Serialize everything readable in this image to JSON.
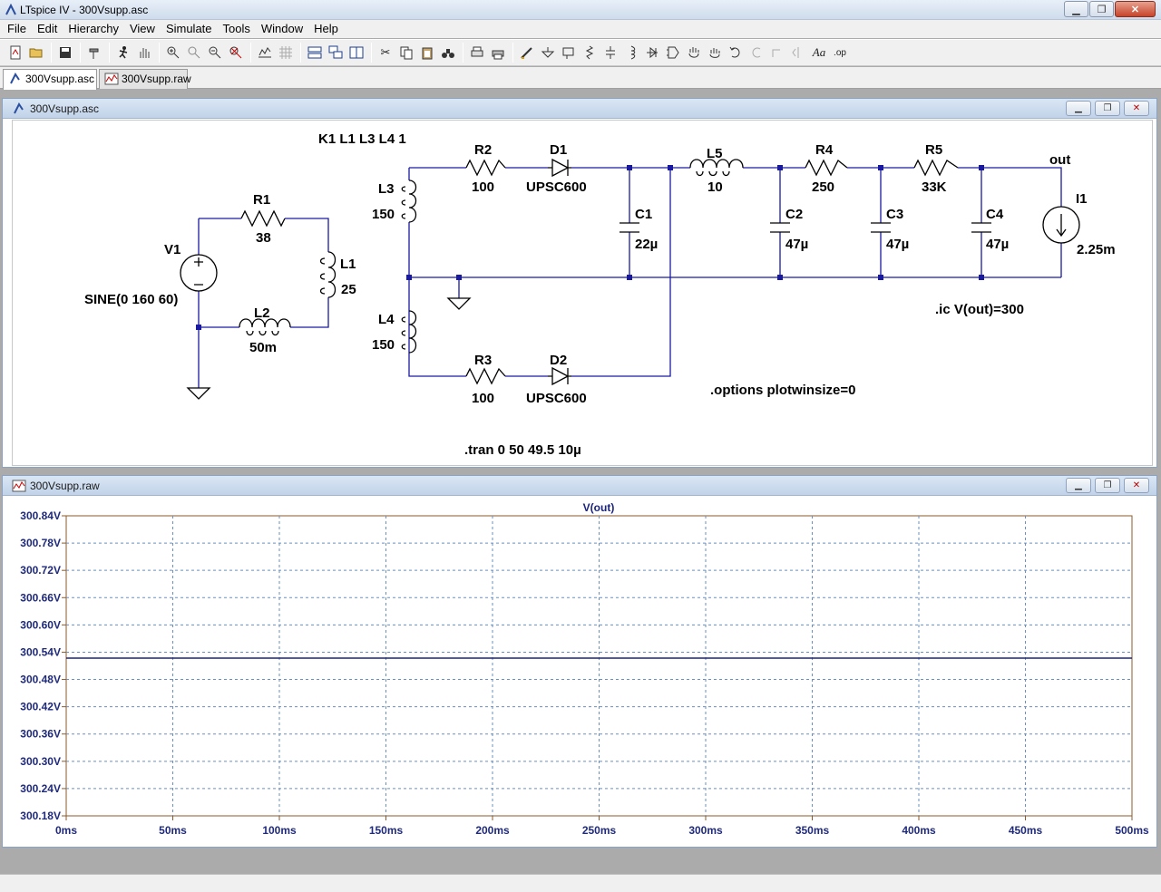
{
  "app": {
    "title": "LTspice IV - 300Vsupp.asc",
    "icon": "ltspice-icon"
  },
  "menu": [
    "File",
    "Edit",
    "Hierarchy",
    "View",
    "Simulate",
    "Tools",
    "Window",
    "Help"
  ],
  "tabs": [
    {
      "label": "300Vsupp.asc",
      "icon": "schematic-icon"
    },
    {
      "label": "300Vsupp.raw",
      "icon": "waveform-icon"
    }
  ],
  "schematic": {
    "window_title": "300Vsupp.asc",
    "components": {
      "R1": {
        "ref": "R1",
        "value": "38"
      },
      "R2": {
        "ref": "R2",
        "value": "100"
      },
      "R3": {
        "ref": "R3",
        "value": "100"
      },
      "R4": {
        "ref": "R4",
        "value": "250"
      },
      "R5": {
        "ref": "R5",
        "value": "33K"
      },
      "L1": {
        "ref": "L1",
        "value": "25"
      },
      "L2": {
        "ref": "L2",
        "value": "50m"
      },
      "L3": {
        "ref": "L3",
        "value": "150"
      },
      "L4": {
        "ref": "L4",
        "value": "150"
      },
      "L5": {
        "ref": "L5",
        "value": "10"
      },
      "C1": {
        "ref": "C1",
        "value": "22µ"
      },
      "C2": {
        "ref": "C2",
        "value": "47µ"
      },
      "C3": {
        "ref": "C3",
        "value": "47µ"
      },
      "C4": {
        "ref": "C4",
        "value": "47µ"
      },
      "D1": {
        "ref": "D1",
        "value": "UPSC600"
      },
      "D2": {
        "ref": "D2",
        "value": "UPSC600"
      },
      "V1": {
        "ref": "V1",
        "value": "SINE(0 160 60)"
      },
      "I1": {
        "ref": "I1",
        "value": "2.25m"
      }
    },
    "directives": {
      "coupling": "K1 L1 L3 L4 1",
      "ic": ".ic V(out)=300",
      "options": ".options plotwinsize=0",
      "tran": ".tran 0 50 49.5 10µ"
    },
    "net_labels": {
      "out": "out"
    }
  },
  "plot": {
    "window_title": "300Vsupp.raw",
    "trace_label": "V(out)",
    "colors": {
      "frame": "#8b5a2b",
      "grid": "#6a8fc0",
      "trace": "#1a237e",
      "axis_text": "#1f2a7a"
    }
  },
  "chart_data": {
    "type": "line",
    "title": "V(out)",
    "series": [
      {
        "name": "V(out)",
        "x": [
          0,
          500
        ],
        "y": [
          300.527,
          300.527
        ]
      }
    ],
    "xlim": [
      0,
      500
    ],
    "ylim": [
      300.18,
      300.84
    ],
    "x_ticks": [
      "0ms",
      "50ms",
      "100ms",
      "150ms",
      "200ms",
      "250ms",
      "300ms",
      "350ms",
      "400ms",
      "450ms",
      "500ms"
    ],
    "y_ticks": [
      "300.84V",
      "300.78V",
      "300.72V",
      "300.66V",
      "300.60V",
      "300.54V",
      "300.48V",
      "300.42V",
      "300.36V",
      "300.30V",
      "300.24V",
      "300.18V"
    ],
    "grid": true,
    "xlabel": "",
    "ylabel": ""
  }
}
